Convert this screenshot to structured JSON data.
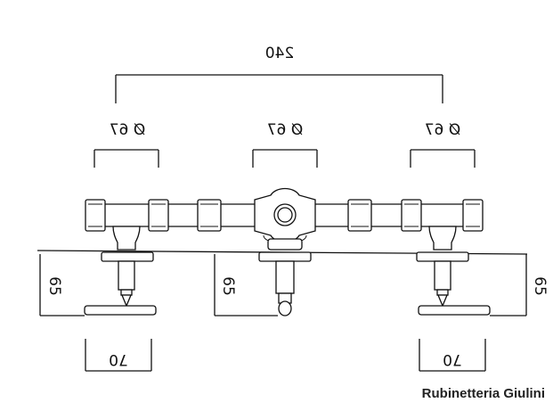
{
  "dimensions": {
    "overall_width": "240",
    "handle_left": "Ø 67",
    "handle_center": "Ø 67",
    "handle_right": "Ø 67",
    "depth_left": "65",
    "depth_center": "65",
    "depth_right": "65",
    "spout_left": "70",
    "spout_right": "70"
  },
  "brand": "Rubinetteria Giulini",
  "colors": {
    "line": "#111111",
    "background": "#ffffff"
  }
}
